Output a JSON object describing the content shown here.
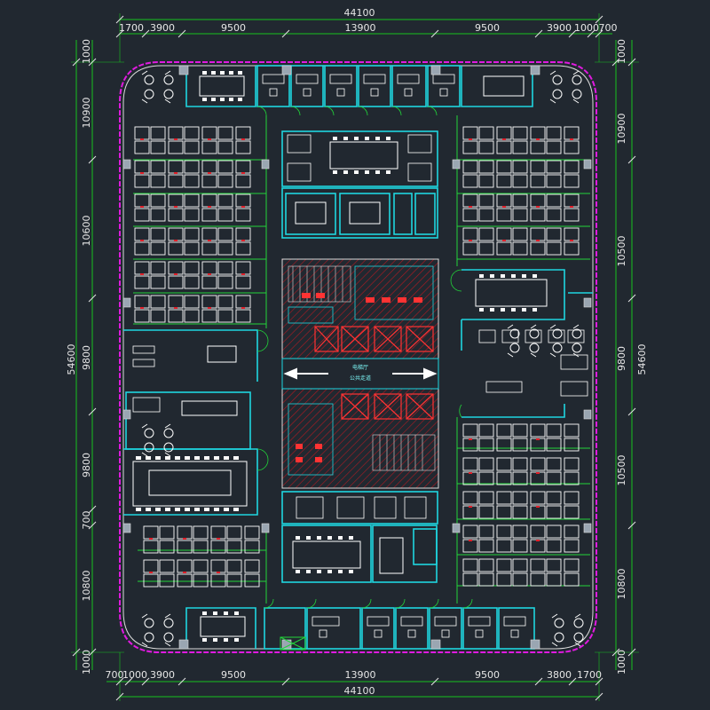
{
  "dimensions": {
    "top_total": "44100",
    "bottom_total": "44100",
    "top_segments": [
      "1700",
      "3900",
      "9500",
      "13900",
      "9500",
      "3900",
      "1000",
      "700"
    ],
    "bottom_segments": [
      "700",
      "1000",
      "3900",
      "9500",
      "13900",
      "9500",
      "3800",
      "1700"
    ],
    "left_total": "54600",
    "right_total": "54600",
    "left_segments": [
      "1000",
      "10900",
      "10600",
      "9800",
      "9800",
      "700",
      "10800",
      "1000"
    ],
    "right_segments": [
      "1000",
      "10900",
      "10500",
      "9800",
      "10500",
      "10800",
      "1000"
    ]
  },
  "labels": {
    "lobby_text_1": "电梯厅",
    "lobby_text_2": "公共走道"
  },
  "colors": {
    "background": "#212830",
    "wall": "#1fd6e0",
    "boundary": "#e01ae0",
    "dimension": "#18c21e",
    "furniture": "#ffffff",
    "core_hatch": "#e0202a"
  }
}
